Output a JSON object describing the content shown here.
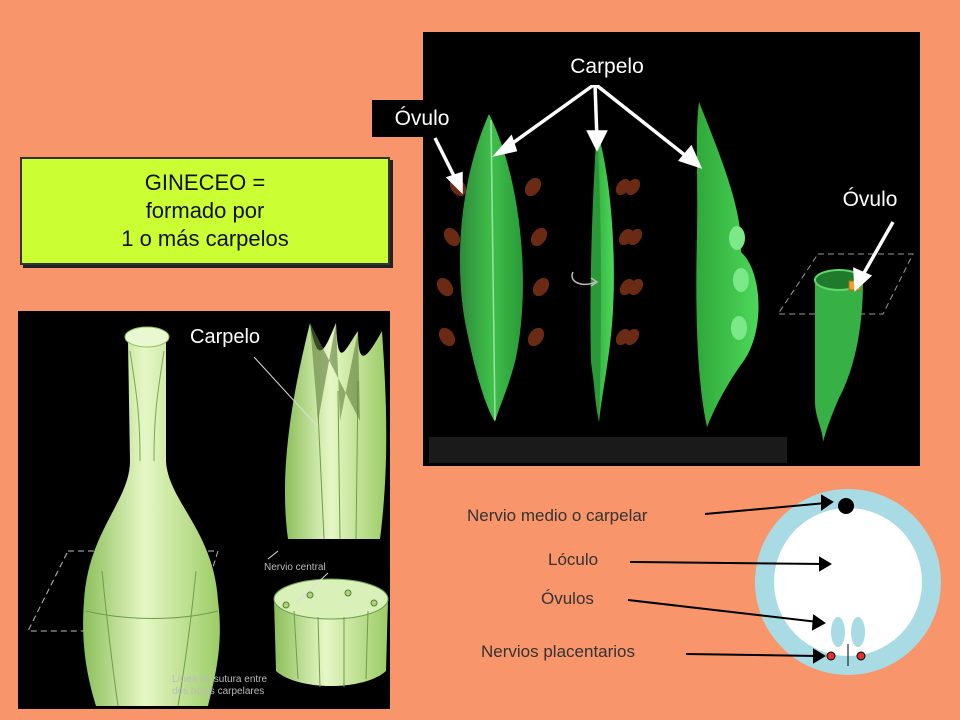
{
  "title_box": {
    "line1": "GINECEO =",
    "line2": "formado por",
    "line3": "1 o más carpelos"
  },
  "top_panel": {
    "carpelo_label": "Carpelo",
    "ovulo_label_left": "Óvulo",
    "ovulo_label_right": "Óvulo"
  },
  "bottom_left_panel": {
    "carpelo_label": "Carpelo",
    "nervio_central_label": "Nervio central",
    "sutura_line1": "Línea de sutura entre",
    "sutura_line2": "dos hojas carpelares"
  },
  "cross_section": {
    "nervio_medio": "Nervio medio o carpelar",
    "loculo": "Lóculo",
    "ovulos": "Óvulos",
    "nervios_placentarios": "Nervios placentarios"
  },
  "colors": {
    "background": "#f9956a",
    "title_box": "#ccff33",
    "leaf_green": "#3fbf4a",
    "ring_blue": "#a9dbe4",
    "ovule_brown": "#6b2a14"
  }
}
